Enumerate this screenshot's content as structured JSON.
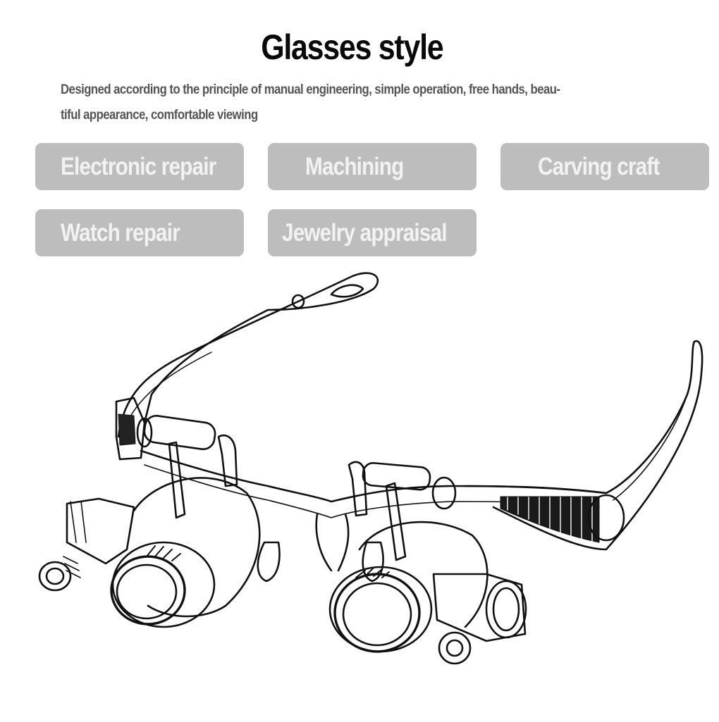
{
  "header": {
    "title": "Glasses style",
    "description_line1": "Designed according to the principle of manual engineering, simple operation, free hands, beau-",
    "description_line2": "tiful appearance, comfortable viewing"
  },
  "tags": [
    {
      "label": "Electronic repair"
    },
    {
      "label": "Machining"
    },
    {
      "label": "Carving craft"
    },
    {
      "label": "Watch repair"
    },
    {
      "label": "Jewelry appraisal"
    }
  ],
  "colors": {
    "title": "#0a0a0a",
    "description": "#555555",
    "tag_background": "#bdbdbd",
    "tag_text": "#f2f2f2",
    "line_art": "#111111"
  },
  "illustration": {
    "subject": "headband magnifier glasses with twin loupes and LED lights",
    "icon": "magnifier-glasses-line-art"
  }
}
